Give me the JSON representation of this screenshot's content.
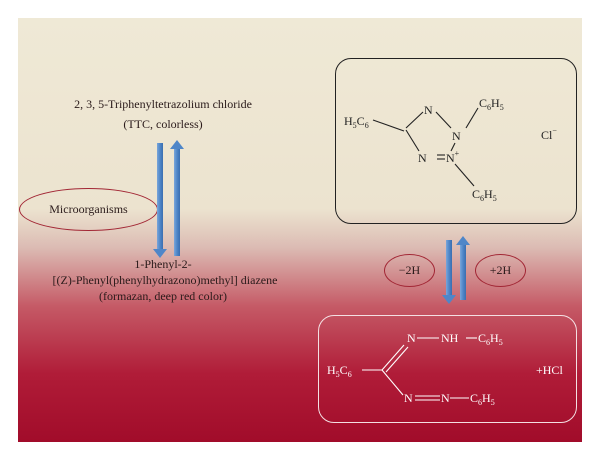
{
  "reactant": {
    "name": "2, 3, 5-Triphenyltetrazolium chloride",
    "description": "(TTC, colorless)"
  },
  "microorganisms_label": "Microorganisms",
  "product": {
    "line1": "1-Phenyl-2-",
    "line2": "[(Z)-Phenyl(phenylhydrazono)methyl] diazene",
    "line3": "(formazan, deep red color)"
  },
  "redox": {
    "minus": "−2H",
    "plus": "+2H"
  },
  "ttc_structure": {
    "n_top": "N",
    "n_right": "N",
    "n_bottom_left": "N",
    "n_plus": "N",
    "charge": "+",
    "substituent_top": {
      "base": "C",
      "sub1": "6",
      "mid": "H",
      "sub2": "5"
    },
    "substituent_left": {
      "base": "H",
      "sub1": "5",
      "mid": "C",
      "sub2": "6"
    },
    "substituent_bottom": {
      "base": "C",
      "sub1": "6",
      "mid": "H",
      "sub2": "5"
    },
    "counterion": "Cl",
    "counterion_charge": "−"
  },
  "formazan_structure": {
    "n1": "N",
    "nh": "NH",
    "n2": "N",
    "n3": "N",
    "ph_top": {
      "base": "C",
      "sub1": "6",
      "mid": "H",
      "sub2": "5"
    },
    "ph_left": {
      "base": "H",
      "sub1": "5",
      "mid": "C",
      "sub2": "6"
    },
    "ph_bottom": {
      "base": "C",
      "sub1": "6",
      "mid": "H",
      "sub2": "5"
    },
    "byproduct": "+HCl"
  },
  "colors": {
    "arrow": "#5a8ccb",
    "oval_border": "#a22735",
    "background_top": "#efe9d6",
    "background_bottom": "#a10c2a"
  }
}
